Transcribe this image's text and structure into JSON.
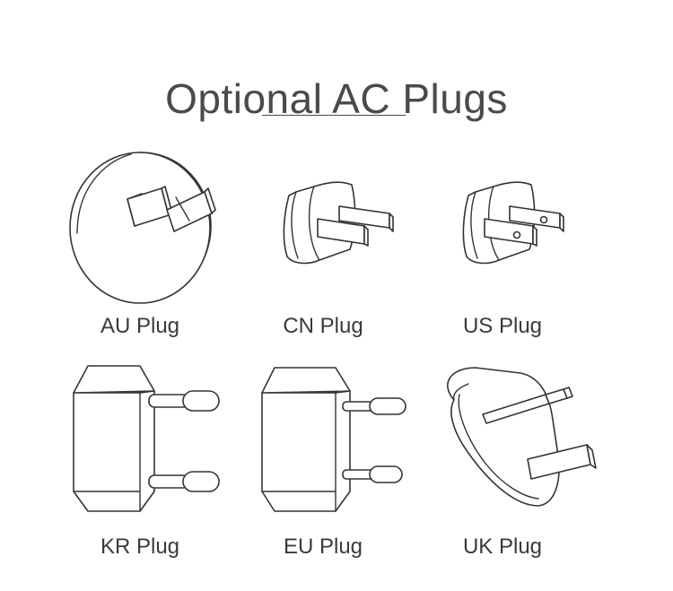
{
  "page": {
    "title": "Optional AC Plugs"
  },
  "plugs": [
    {
      "label": "AU Plug",
      "icon": "au-plug-icon"
    },
    {
      "label": "CN Plug",
      "icon": "cn-plug-icon"
    },
    {
      "label": "US Plug",
      "icon": "us-plug-icon"
    },
    {
      "label": "KR Plug",
      "icon": "kr-plug-icon"
    },
    {
      "label": "EU Plug",
      "icon": "eu-plug-icon"
    },
    {
      "label": "UK Plug",
      "icon": "uk-plug-icon"
    }
  ],
  "colors": {
    "background": "#ffffff",
    "text": "#3a3a3a",
    "line": "#333333"
  }
}
